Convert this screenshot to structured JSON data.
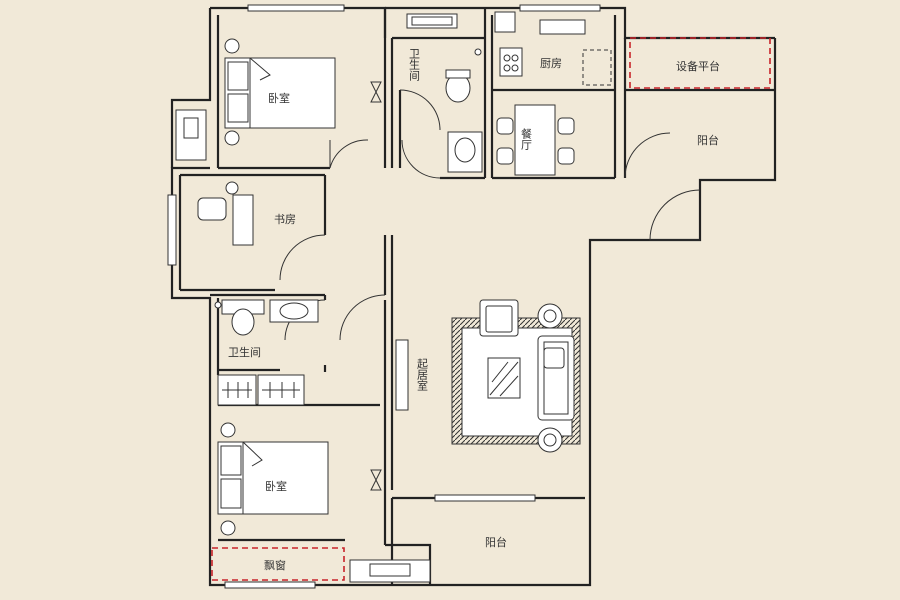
{
  "rooms": {
    "bedroom_top": "卧室",
    "bathroom_top": "卫生间",
    "kitchen": "厨房",
    "equipment_platform": "设备平台",
    "dining": "餐厅",
    "balcony_top": "阳台",
    "study": "书房",
    "bathroom_mid": "卫生间",
    "living_room": "起居室",
    "bedroom_bottom": "卧室",
    "bay_window": "飘窗",
    "balcony_bottom": "阳台"
  },
  "colors": {
    "background": "#f1e9d8",
    "wall": "#222222",
    "highlight": "#c8242a"
  }
}
